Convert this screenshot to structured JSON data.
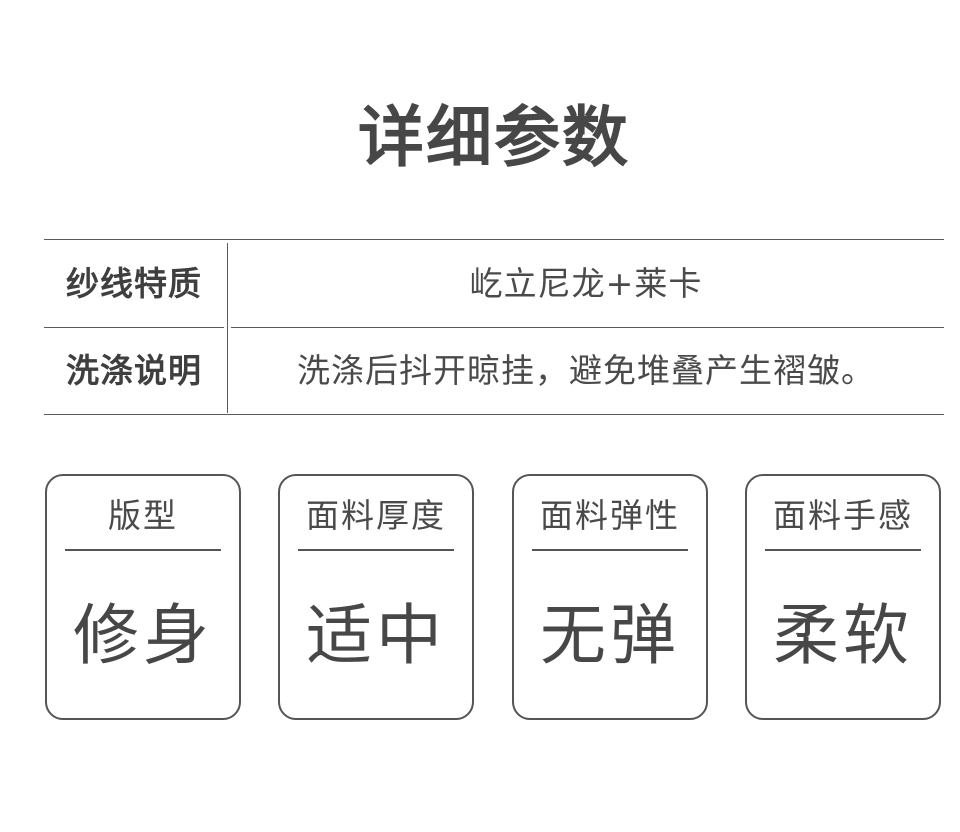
{
  "title": "详细参数",
  "spec_table": {
    "rows": [
      {
        "label": "纱线特质",
        "value": "屹立尼龙+莱卡"
      },
      {
        "label": "洗涤说明",
        "value": "洗涤后抖开晾挂，避免堆叠产生褶皱。"
      }
    ]
  },
  "cards": [
    {
      "label": "版型",
      "value": "修身"
    },
    {
      "label": "面料厚度",
      "value": "适中"
    },
    {
      "label": "面料弹性",
      "value": "无弹"
    },
    {
      "label": "面料手感",
      "value": "柔软"
    }
  ],
  "colors": {
    "text": "#4a4a4a",
    "border": "#555555",
    "background": "#ffffff"
  }
}
